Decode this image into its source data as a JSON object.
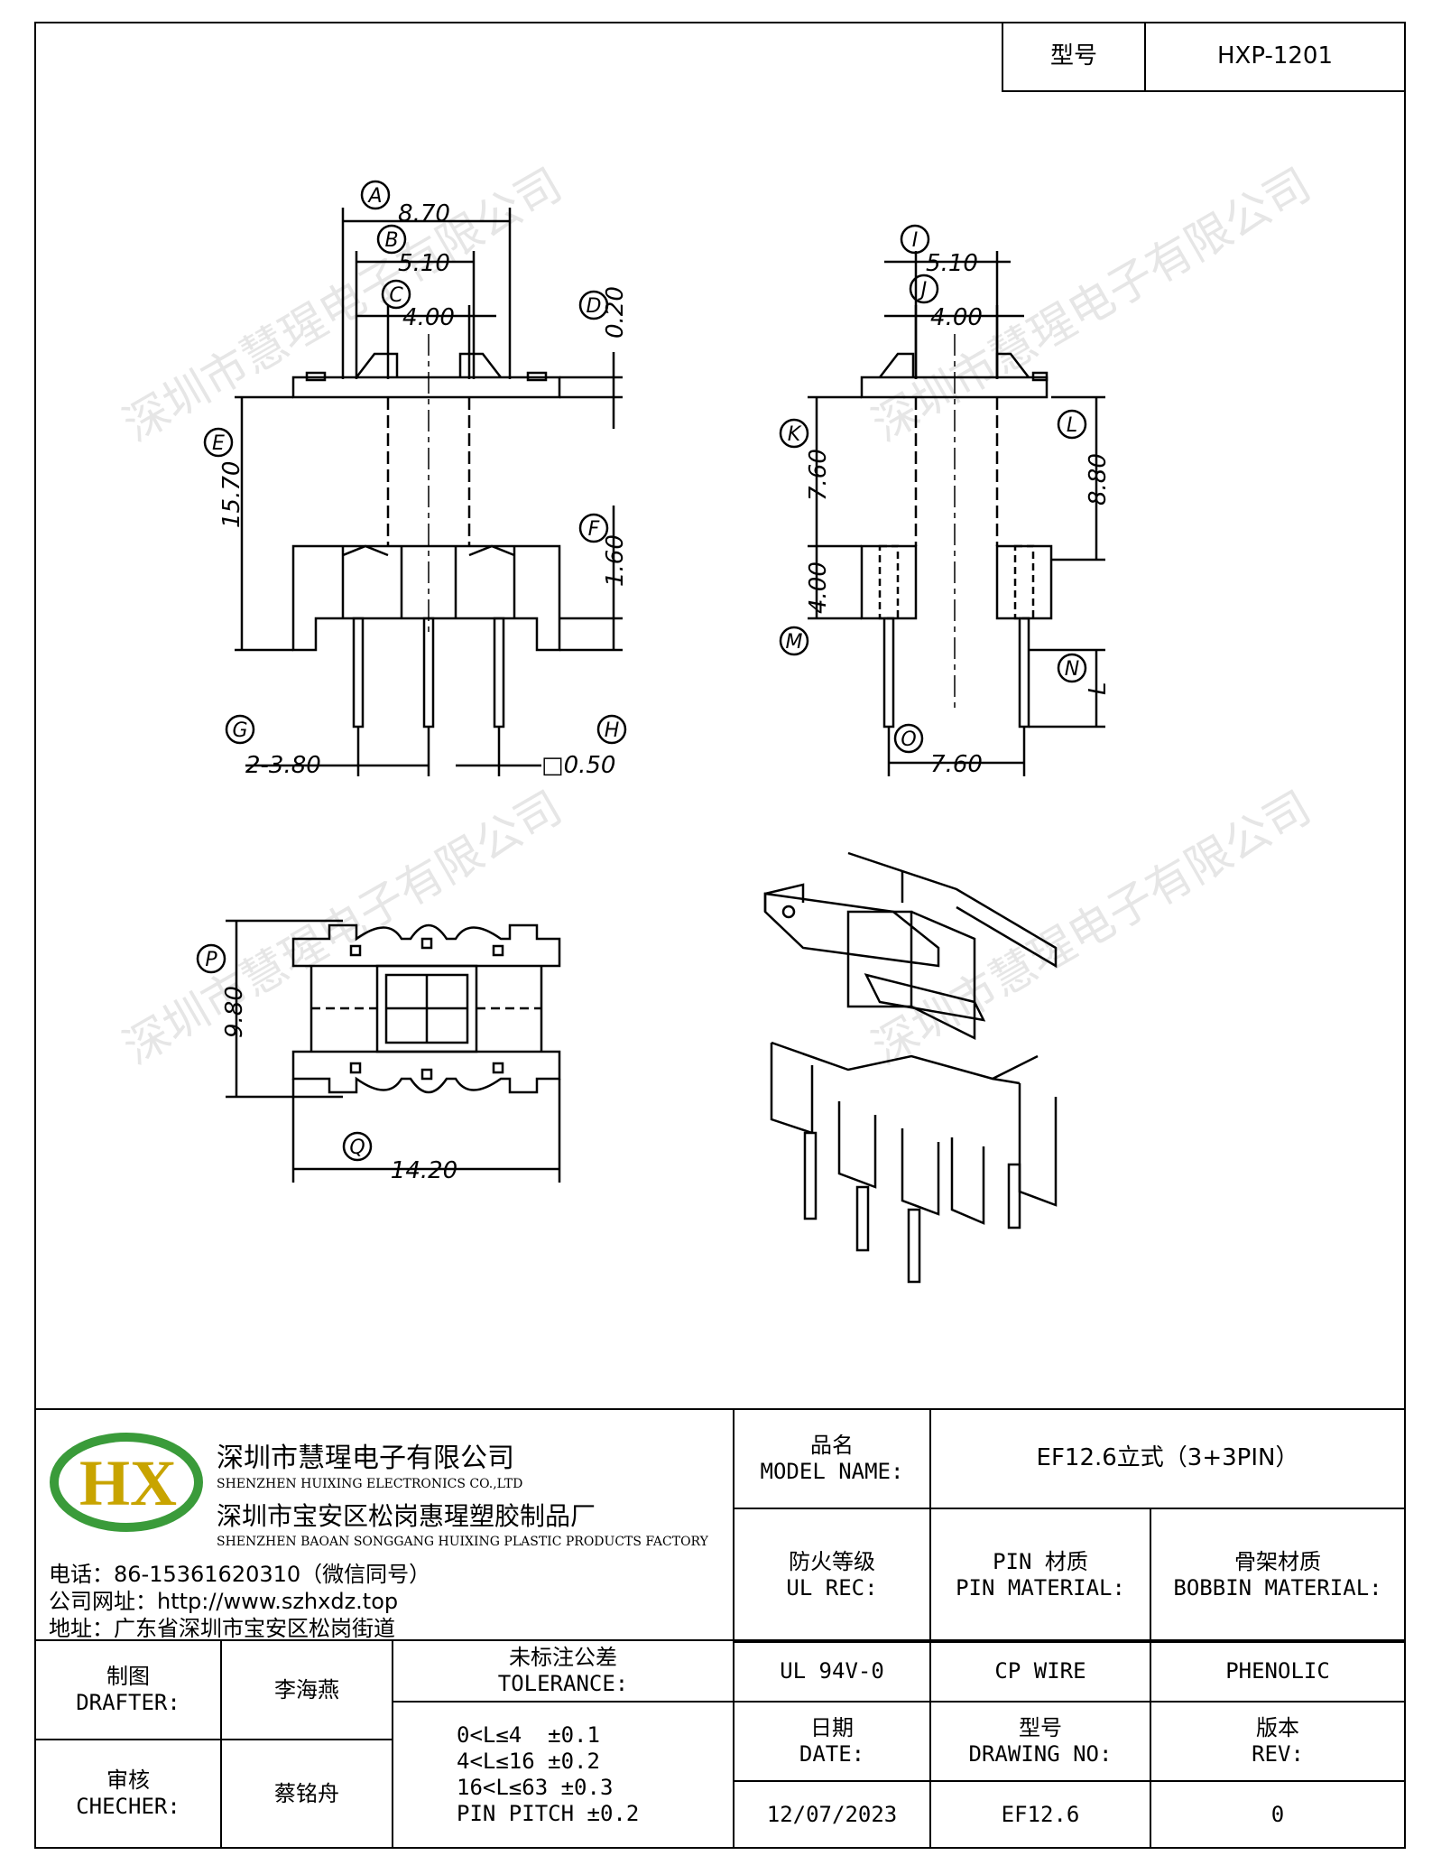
{
  "header": {
    "model_label": "型号",
    "model_value": "HXP-1201"
  },
  "front_view": {
    "A": "A",
    "dim_A": "8.70",
    "B": "B",
    "dim_B": "5.10",
    "C": "C",
    "dim_C": "4.00",
    "D": "D",
    "dim_D": "0.20",
    "E": "E",
    "dim_E": "15.70",
    "F": "F",
    "dim_F": "1.60",
    "G": "G",
    "dim_G": "2-3.80",
    "H": "H",
    "dim_H": "□0.50"
  },
  "side_view": {
    "I": "I",
    "dim_I": "5.10",
    "J": "J",
    "dim_J": "4.00",
    "K": "K",
    "dim_K": "7.60",
    "L": "L",
    "dim_L": "8.80",
    "M": "M",
    "dim_M": "4.00",
    "N": "N",
    "dim_N": "L",
    "O": "O",
    "dim_O": "7.60"
  },
  "top_view": {
    "P": "P",
    "dim_P": "9.80",
    "Q": "Q",
    "dim_Q": "14.20"
  },
  "watermark": "深圳市慧瑆电子有限公司",
  "company": {
    "logo_text": "HX",
    "name_cn": "深圳市慧瑆电子有限公司",
    "name_en": "SHENZHEN HUIXING ELECTRONICS CO.,LTD",
    "factory_cn": "深圳市宝安区松岗惠瑆塑胶制品厂",
    "factory_en": "SHENZHEN BAOAN SONGGANG HUIXING PLASTIC PRODUCTS FACTORY",
    "phone": "电话：86-15361620310（微信同号）",
    "website": "公司网址：http://www.szhxdz.top",
    "address": "地址：广东省深圳市宝安区松岗街道"
  },
  "title_block": {
    "model_name_cn": "品名",
    "model_name_en": "MODEL NAME:",
    "model_name_value": "EF12.6立式（3+3PIN）",
    "ul_rec_cn": "防火等级",
    "ul_rec_en": "UL REC:",
    "pin_mat_cn": "PIN 材质",
    "pin_mat_en": "PIN MATERIAL:",
    "bobbin_mat_cn": "骨架材质",
    "bobbin_mat_en": "BOBBIN MATERIAL:",
    "ul_value": "UL 94V-0",
    "pin_value": "CP WIRE",
    "bobbin_value": "PHENOLIC",
    "drafter_cn": "制图",
    "drafter_en": "DRAFTER:",
    "drafter_name": "李海燕",
    "checker_cn": "审核",
    "checker_en": "CHECHER:",
    "checker_name": "蔡铭舟",
    "tolerance_cn": "未标注公差",
    "tolerance_en": "TOLERANCE:",
    "tolerances": [
      "0<L≤4  ±0.1",
      "4<L≤16 ±0.2",
      "16<L≤63 ±0.3",
      "PIN PITCH ±0.2"
    ],
    "date_cn": "日期",
    "date_en": "DATE:",
    "date_value": "12/07/2023",
    "drawing_no_cn": "型号",
    "drawing_no_en": "DRAWING NO:",
    "drawing_no_value": "EF12.6",
    "rev_cn": "版本",
    "rev_en": "REV:",
    "rev_value": "0"
  }
}
